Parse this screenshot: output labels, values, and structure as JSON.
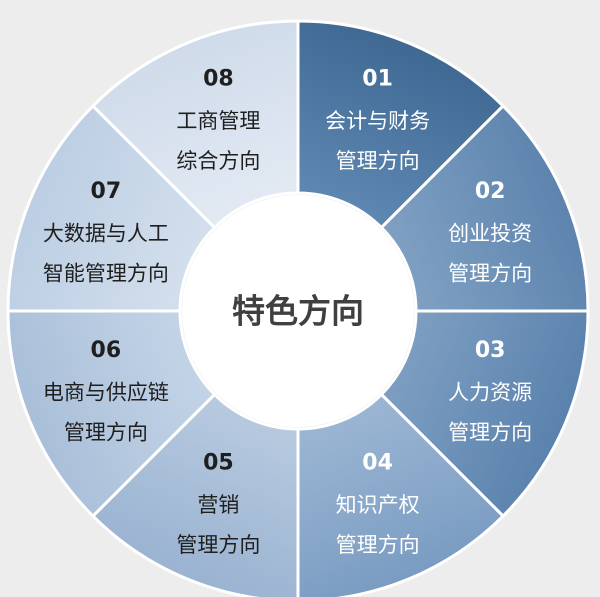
{
  "center": {
    "title": "特色方向",
    "color": "#404040"
  },
  "colors": {
    "background": "#ededed",
    "divider": "#ffffff",
    "center_fill": "#ffffff",
    "text_dark": "#1f1f1f",
    "text_light": "#ffffff"
  },
  "segments": [
    {
      "number": "01",
      "lines": [
        "会计与财务",
        "管理方向"
      ],
      "color_outer": "#3f6893",
      "color_inner": "#5d86b1",
      "text": "light"
    },
    {
      "number": "02",
      "lines": [
        "创业投资",
        "管理方向"
      ],
      "color_outer": "#5d84ae",
      "color_inner": "#7e9fc2",
      "text": "light"
    },
    {
      "number": "03",
      "lines": [
        "人力资源",
        "管理方向"
      ],
      "color_outer": "#5a82ad",
      "color_inner": "#7c9dc1",
      "text": "light"
    },
    {
      "number": "04",
      "lines": [
        "知识产权",
        "管理方向"
      ],
      "color_outer": "#7a9cc2",
      "color_inner": "#9ab5d3",
      "text": "light"
    },
    {
      "number": "05",
      "lines": [
        "营销",
        "管理方向"
      ],
      "color_outer": "#9ab3d1",
      "color_inner": "#b6c9df",
      "text": "dark"
    },
    {
      "number": "06",
      "lines": [
        "电商与供应链",
        "管理方向"
      ],
      "color_outer": "#a9bfd9",
      "color_inner": "#c2d3e6",
      "text": "dark"
    },
    {
      "number": "07",
      "lines": [
        "大数据与人工",
        "智能管理方向"
      ],
      "color_outer": "#bccee3",
      "color_inner": "#d2deec",
      "text": "dark"
    },
    {
      "number": "08",
      "lines": [
        "工商管理",
        "综合方向"
      ],
      "color_outer": "#cfdbea",
      "color_inner": "#e2e9f3",
      "text": "dark"
    }
  ]
}
